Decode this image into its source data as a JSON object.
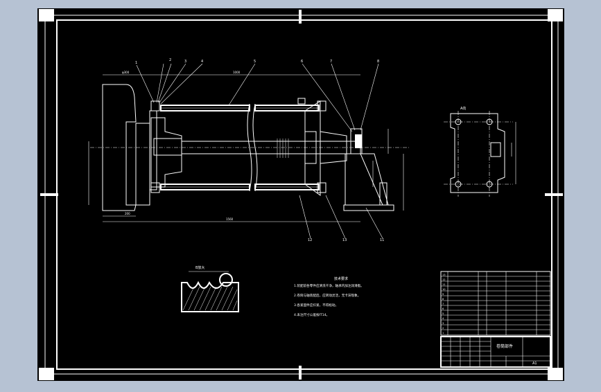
{
  "drawing": {
    "main_title": "卷筒部件",
    "part_numbers_top": [
      "1",
      "2",
      "3",
      "4",
      "5",
      "6",
      "7",
      "8"
    ],
    "part_numbers_bottom": [
      "12",
      "13",
      "11"
    ],
    "view_label": "A向",
    "detail_label": "B放大",
    "notes_heading": "技术要求",
    "notes": [
      "1.装配前各零件应清洗干净，轴承内加注润滑脂。",
      "2.卷筒与轴装配后，应转动灵活，无卡滞现象。",
      "3.各紧固件应拧紧，不得松动。",
      "4.未注尺寸公差按IT14。"
    ],
    "sheet_size": "A1"
  },
  "bom": {
    "row_numbers": [
      "13",
      "12",
      "11",
      "10",
      "9",
      "8",
      "7",
      "6",
      "5",
      "4",
      "3",
      "2",
      "1"
    ]
  },
  "title_block": {
    "title": "卷筒部件",
    "sheet": "A1"
  }
}
